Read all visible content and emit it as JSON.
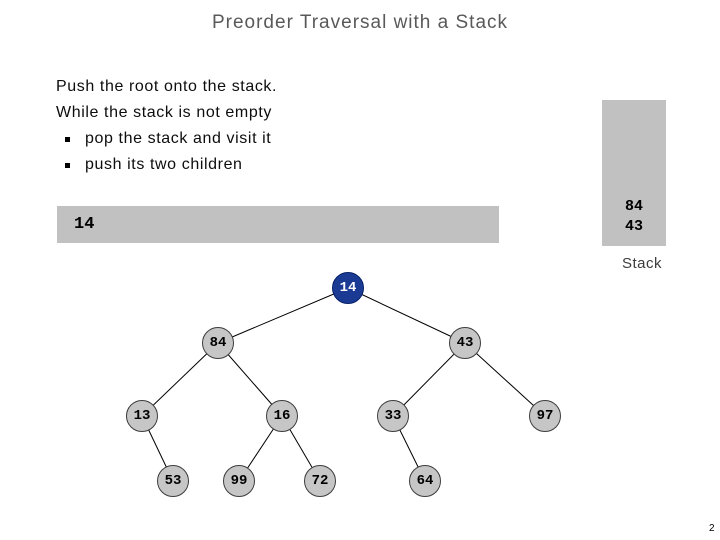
{
  "title": "Preorder Traversal with a Stack",
  "algorithm": {
    "line1": "Push the root onto the stack.",
    "line2": "While the stack is not empty",
    "bullet1": "pop the stack and visit it",
    "bullet2": "push its two children"
  },
  "visited_box": {
    "text": "14"
  },
  "stack_panel": {
    "item1": "84",
    "item2": "43",
    "label": "Stack"
  },
  "tree": {
    "highlighted_node": "14",
    "nodes": {
      "n14": "14",
      "n84": "84",
      "n43": "43",
      "n13": "13",
      "n16": "16",
      "n33": "33",
      "n97": "97",
      "n53": "53",
      "n99": "99",
      "n72": "72",
      "n64": "64"
    },
    "edges": [
      {
        "from": "14",
        "to": "84"
      },
      {
        "from": "14",
        "to": "43"
      },
      {
        "from": "84",
        "to": "13"
      },
      {
        "from": "84",
        "to": "16"
      },
      {
        "from": "43",
        "to": "33"
      },
      {
        "from": "43",
        "to": "97"
      },
      {
        "from": "13",
        "to": "53"
      },
      {
        "from": "16",
        "to": "99"
      },
      {
        "from": "16",
        "to": "72"
      },
      {
        "from": "33",
        "to": "64"
      }
    ]
  },
  "page_number": "2",
  "colors": {
    "title_color": "#595959",
    "box_fill": "#c1c1c1",
    "node_fill": "#c6c6c6",
    "root_node_fill": "#1a3a94",
    "root_node_text": "#ffffff"
  }
}
